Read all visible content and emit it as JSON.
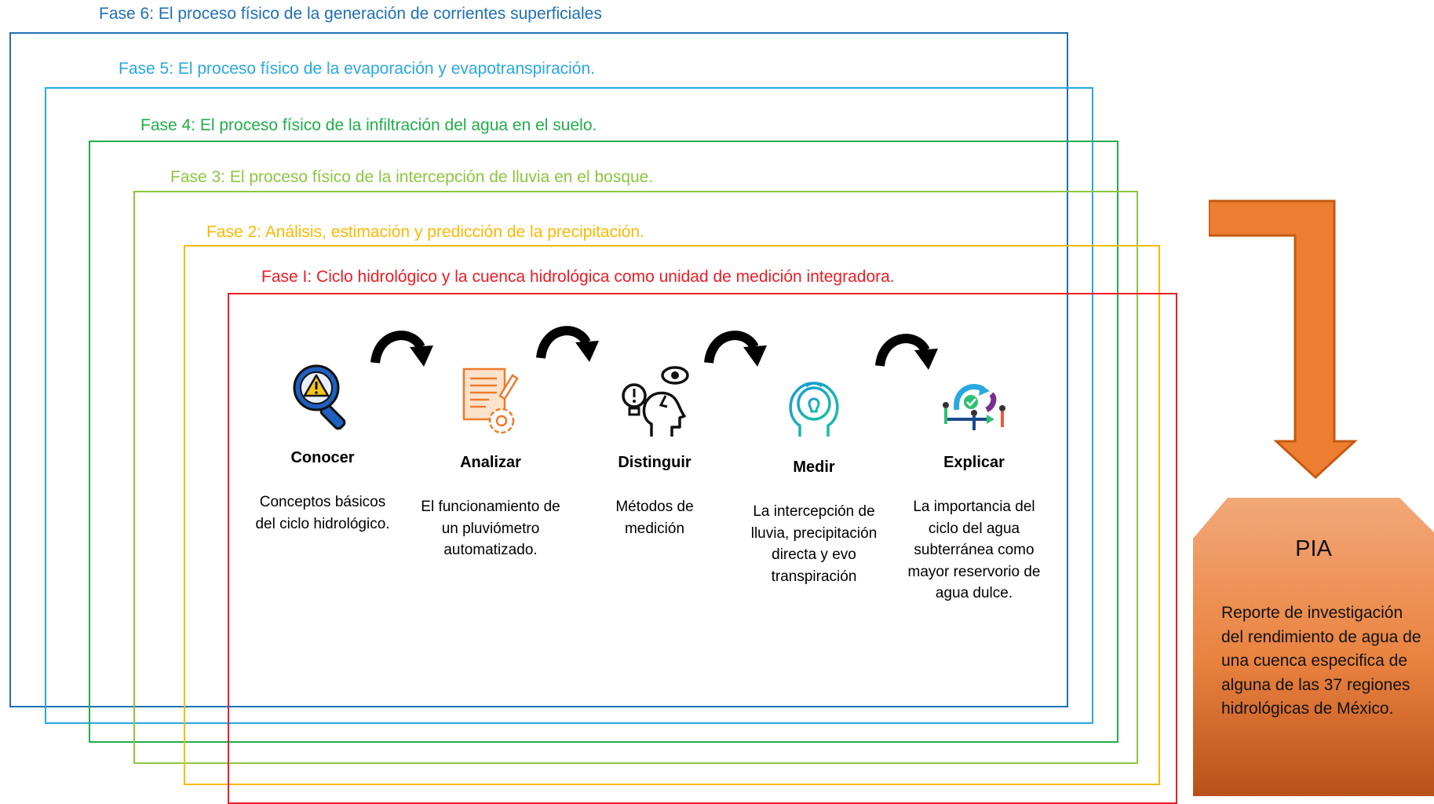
{
  "phases": [
    {
      "label": "Fase 6: El proceso físico de la generación de corrientes superficiales",
      "color": "#1f6fb5"
    },
    {
      "label": "Fase 5: El proceso físico de la evaporación y evapotranspiración.",
      "color": "#29a8df"
    },
    {
      "label": "Fase 4: El proceso físico de la infiltración del agua en el suelo.",
      "color": "#1fae4b"
    },
    {
      "label": "Fase 3: El proceso físico de la intercepción de lluvia en el bosque.",
      "color": "#8cc63f"
    },
    {
      "label": "Fase 2: Análisis, estimación y predicción de la precipitación.",
      "color": "#fbb900"
    },
    {
      "label": "Fase I: Ciclo hidrológico y la cuenca hidrológica como unidad de medición integradora.",
      "color": "#ed1c24"
    }
  ],
  "steps": [
    {
      "title": "Conocer",
      "desc": "Conceptos básicos del ciclo hidrológico.",
      "icon": "magnifier-warning-icon"
    },
    {
      "title": "Analizar",
      "desc": "El funcionamiento de un pluviómetro automatizado.",
      "icon": "document-gear-icon"
    },
    {
      "title": "Distinguir",
      "desc": "Métodos de medición",
      "icon": "head-eye-icon"
    },
    {
      "title": "Medir",
      "desc": "La intercepción de lluvia, precipitación directa y evo transpiración",
      "icon": "heads-bulb-icon"
    },
    {
      "title": "Explicar",
      "desc": "La importancia del ciclo del agua subterránea como mayor reservorio de agua dulce.",
      "icon": "cycle-people-icon"
    }
  ],
  "pia": {
    "title": "PIA",
    "desc": "Reporte de investigación del rendimiento de agua de una cuenca especifica de alguna de las 37 regiones hidrológicas de México.",
    "color_top": "#f2a878",
    "color_bottom": "#b8501a"
  }
}
